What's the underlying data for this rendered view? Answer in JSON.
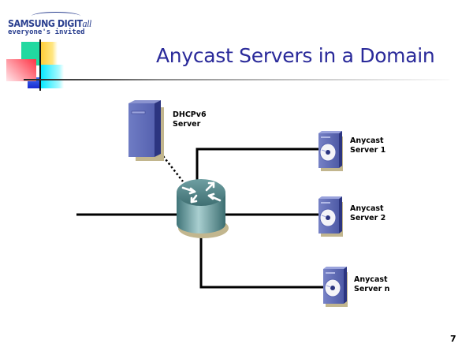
{
  "logo": {
    "brand": "SAMSUNG DIGIT",
    "brand_suffix": "all",
    "tagline": "everyone's invited"
  },
  "slide": {
    "title": "Anycast Servers in a Domain",
    "page_number": "7"
  },
  "diagram": {
    "dhcp_server": {
      "line1": "DHCPv6",
      "line2": "Server",
      "icon": "tower-server-icon"
    },
    "router": {
      "icon": "router-icon"
    },
    "anycast_servers": [
      {
        "line1": "Anycast",
        "line2": "Server 1",
        "icon": "cd-server-icon"
      },
      {
        "line1": "Anycast",
        "line2": "Server 2",
        "icon": "cd-server-icon"
      },
      {
        "line1": "Anycast",
        "line2": "Server n",
        "icon": "cd-server-icon"
      }
    ],
    "colors": {
      "title": "#2a2a9a",
      "server_blue": "#5a66b0",
      "router_teal": "#4f8a8e"
    }
  }
}
